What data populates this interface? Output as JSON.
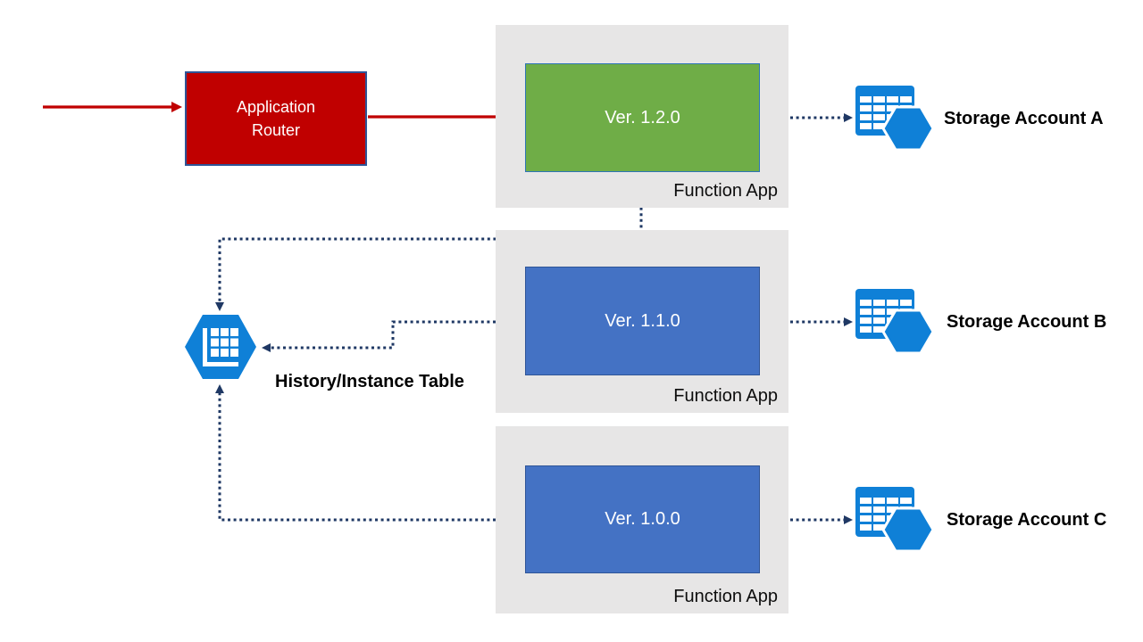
{
  "router": {
    "label": "Application Router"
  },
  "function_apps": [
    {
      "version": "Ver. 1.2.0",
      "container_label": "Function App",
      "box_color": "#6FAD47"
    },
    {
      "version": "Ver. 1.1.0",
      "container_label": "Function App",
      "box_color": "#4472C4"
    },
    {
      "version": "Ver. 1.0.0",
      "container_label": "Function App",
      "box_color": "#4472C4"
    }
  ],
  "storage_accounts": [
    {
      "label": "Storage Account A"
    },
    {
      "label": "Storage Account B"
    },
    {
      "label": "Storage Account C"
    }
  ],
  "history_table": {
    "label": "History/Instance Table"
  },
  "icons": {
    "storage": "table-storage-icon",
    "history": "table-hexagon-icon"
  },
  "colors": {
    "router_red": "#C00000",
    "router_border": "#2E5496",
    "version_green": "#6FAD47",
    "version_blue": "#4472C4",
    "box_border_blue": "#2F5597",
    "container_gray": "#E7E6E6",
    "connector_navy": "#1F3864",
    "azure_icon_blue": "#0F80D7"
  }
}
